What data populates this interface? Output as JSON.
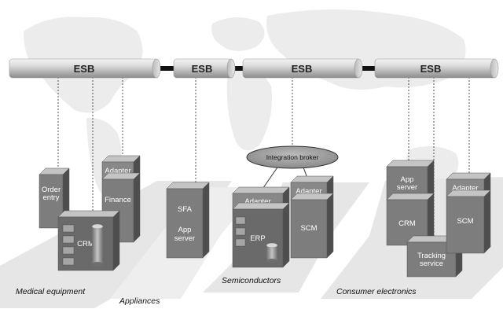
{
  "esb": {
    "segment_1": "ESB",
    "segment_2": "ESB",
    "segment_3": "ESB",
    "segment_4": "ESB"
  },
  "broker": {
    "label": "Integration broker"
  },
  "zones": {
    "medical": "Medical equipment",
    "appliances": "Appliances",
    "semiconductors": "Semiconductors",
    "consumer": "Consumer electronics"
  },
  "boxes": {
    "order_entry": [
      "Order",
      "entry"
    ],
    "adapter_medical": "Adapter",
    "finance": "Finance",
    "crm_medical": "CRM",
    "sfa": "SFA",
    "app_server_appliances": [
      "App",
      "server"
    ],
    "adapter_semi_1": "Adapter",
    "erp": "ERP",
    "adapter_semi_2": "Adapter",
    "scm_semi": "SCM",
    "app_server_consumer": [
      "App",
      "server"
    ],
    "crm_consumer": "CRM",
    "tracking_service": [
      "Tracking",
      "service"
    ],
    "adapter_consumer": "Adapter",
    "scm_consumer": "SCM"
  }
}
